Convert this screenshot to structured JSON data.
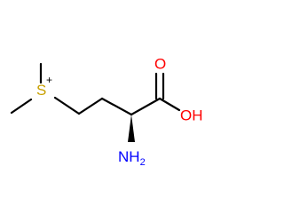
{
  "molecule": {
    "atoms": {
      "sulfur": {
        "symbol": "S",
        "charge": "+",
        "color": "#c8a000"
      },
      "oxygen_carbonyl": {
        "symbol": "O",
        "color": "#ff0000"
      },
      "hydroxyl": {
        "symbol": "OH",
        "color": "#ff0000"
      },
      "amine": {
        "symbol": "NH",
        "subscript": "2",
        "color": "#0000ff"
      }
    },
    "stereo_bond": "wedge",
    "colors": {
      "bond": "#000000",
      "background": "#ffffff"
    }
  }
}
